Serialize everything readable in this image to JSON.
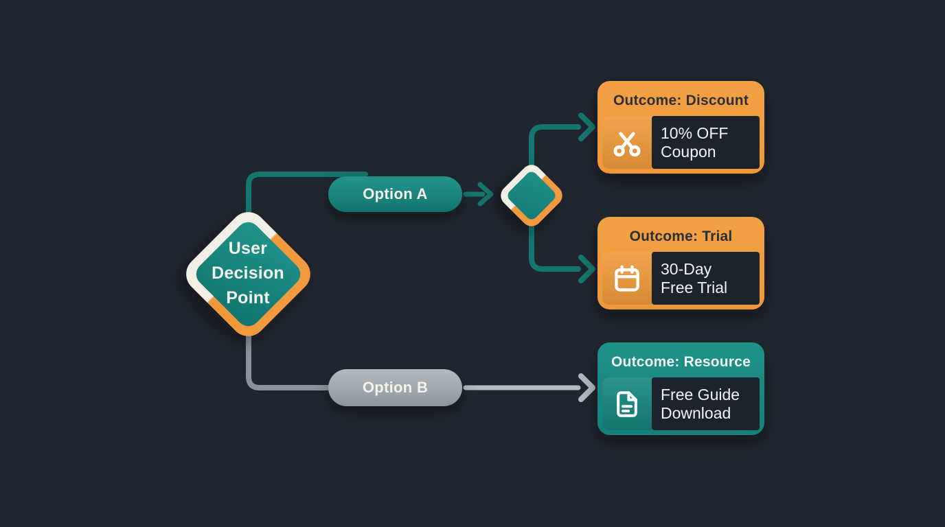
{
  "colors": {
    "background": "#20262f",
    "teal": "#1b8b83",
    "teal_line": "#15756f",
    "orange": "#f09a3d",
    "cream": "#f2efe6",
    "gray_pill": "#9aa2ab",
    "gray_line": "#8a929b",
    "dark_panel": "#1d232b"
  },
  "decision": {
    "lines": [
      "User",
      "Decision",
      "Point"
    ]
  },
  "options": [
    {
      "label": "Option A",
      "style": "teal"
    },
    {
      "label": "Option B",
      "style": "gray"
    }
  ],
  "outcomes": [
    {
      "header": "Outcome: Discount",
      "line1": "10% OFF",
      "line2": "Coupon",
      "icon": "scissors-icon",
      "style": "orange"
    },
    {
      "header": "Outcome: Trial",
      "line1": "30-Day",
      "line2": "Free Trial",
      "icon": "calendar-icon",
      "style": "orange"
    },
    {
      "header": "Outcome: Resource",
      "line1": "Free Guide",
      "line2": "Download",
      "icon": "document-icon",
      "style": "teal"
    }
  ]
}
